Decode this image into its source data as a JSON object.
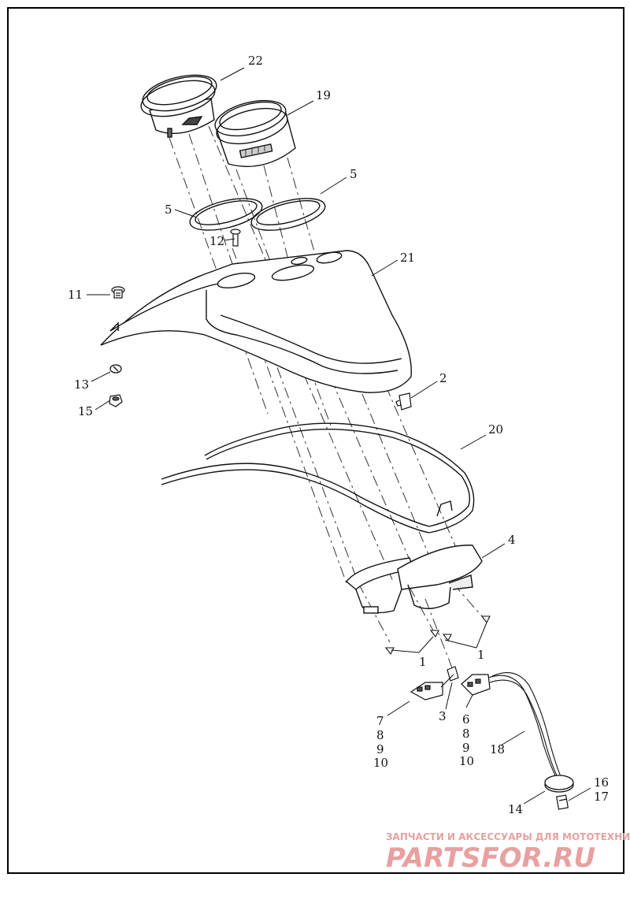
{
  "callouts": {
    "c22": "22",
    "c19": "19",
    "c5a": "5",
    "c5b": "5",
    "c12": "12",
    "c21": "21",
    "c11": "11",
    "c13": "13",
    "c15": "15",
    "c2": "2",
    "c20": "20",
    "c4": "4",
    "c1a": "1",
    "c1b": "1",
    "c7": "7",
    "c8a": "8",
    "c9a": "9",
    "c10a": "10",
    "c3": "3",
    "c6": "6",
    "c8b": "8",
    "c9b": "9",
    "c10b": "10",
    "c18": "18",
    "c16": "16",
    "c17": "17",
    "c14": "14"
  },
  "watermark": {
    "tagline": "ЗАПЧАСТИ И АКСЕССУАРЫ ДЛЯ МОТОТЕХНИКИ",
    "brand": "PARTSFOR.RU",
    "color": "#e8a0a0"
  }
}
